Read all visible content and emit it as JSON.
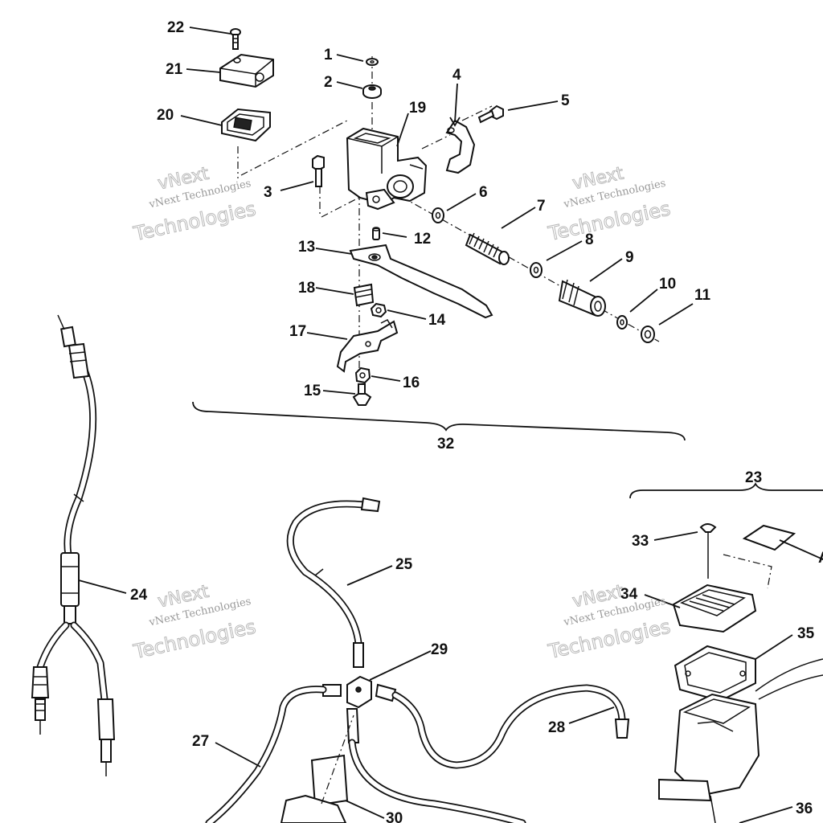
{
  "diagram": {
    "labels": [
      "1",
      "2",
      "3",
      "4",
      "5",
      "6",
      "7",
      "8",
      "9",
      "10",
      "11",
      "12",
      "13",
      "14",
      "15",
      "16",
      "17",
      "18",
      "19",
      "20",
      "21",
      "22",
      "23",
      "24",
      "25",
      "27",
      "28",
      "29",
      "30",
      "32",
      "33",
      "34",
      "35",
      "36",
      "A"
    ],
    "watermark": {
      "line1": "vNext",
      "line2": "vNext Technologies",
      "line3": "Technologies"
    }
  }
}
